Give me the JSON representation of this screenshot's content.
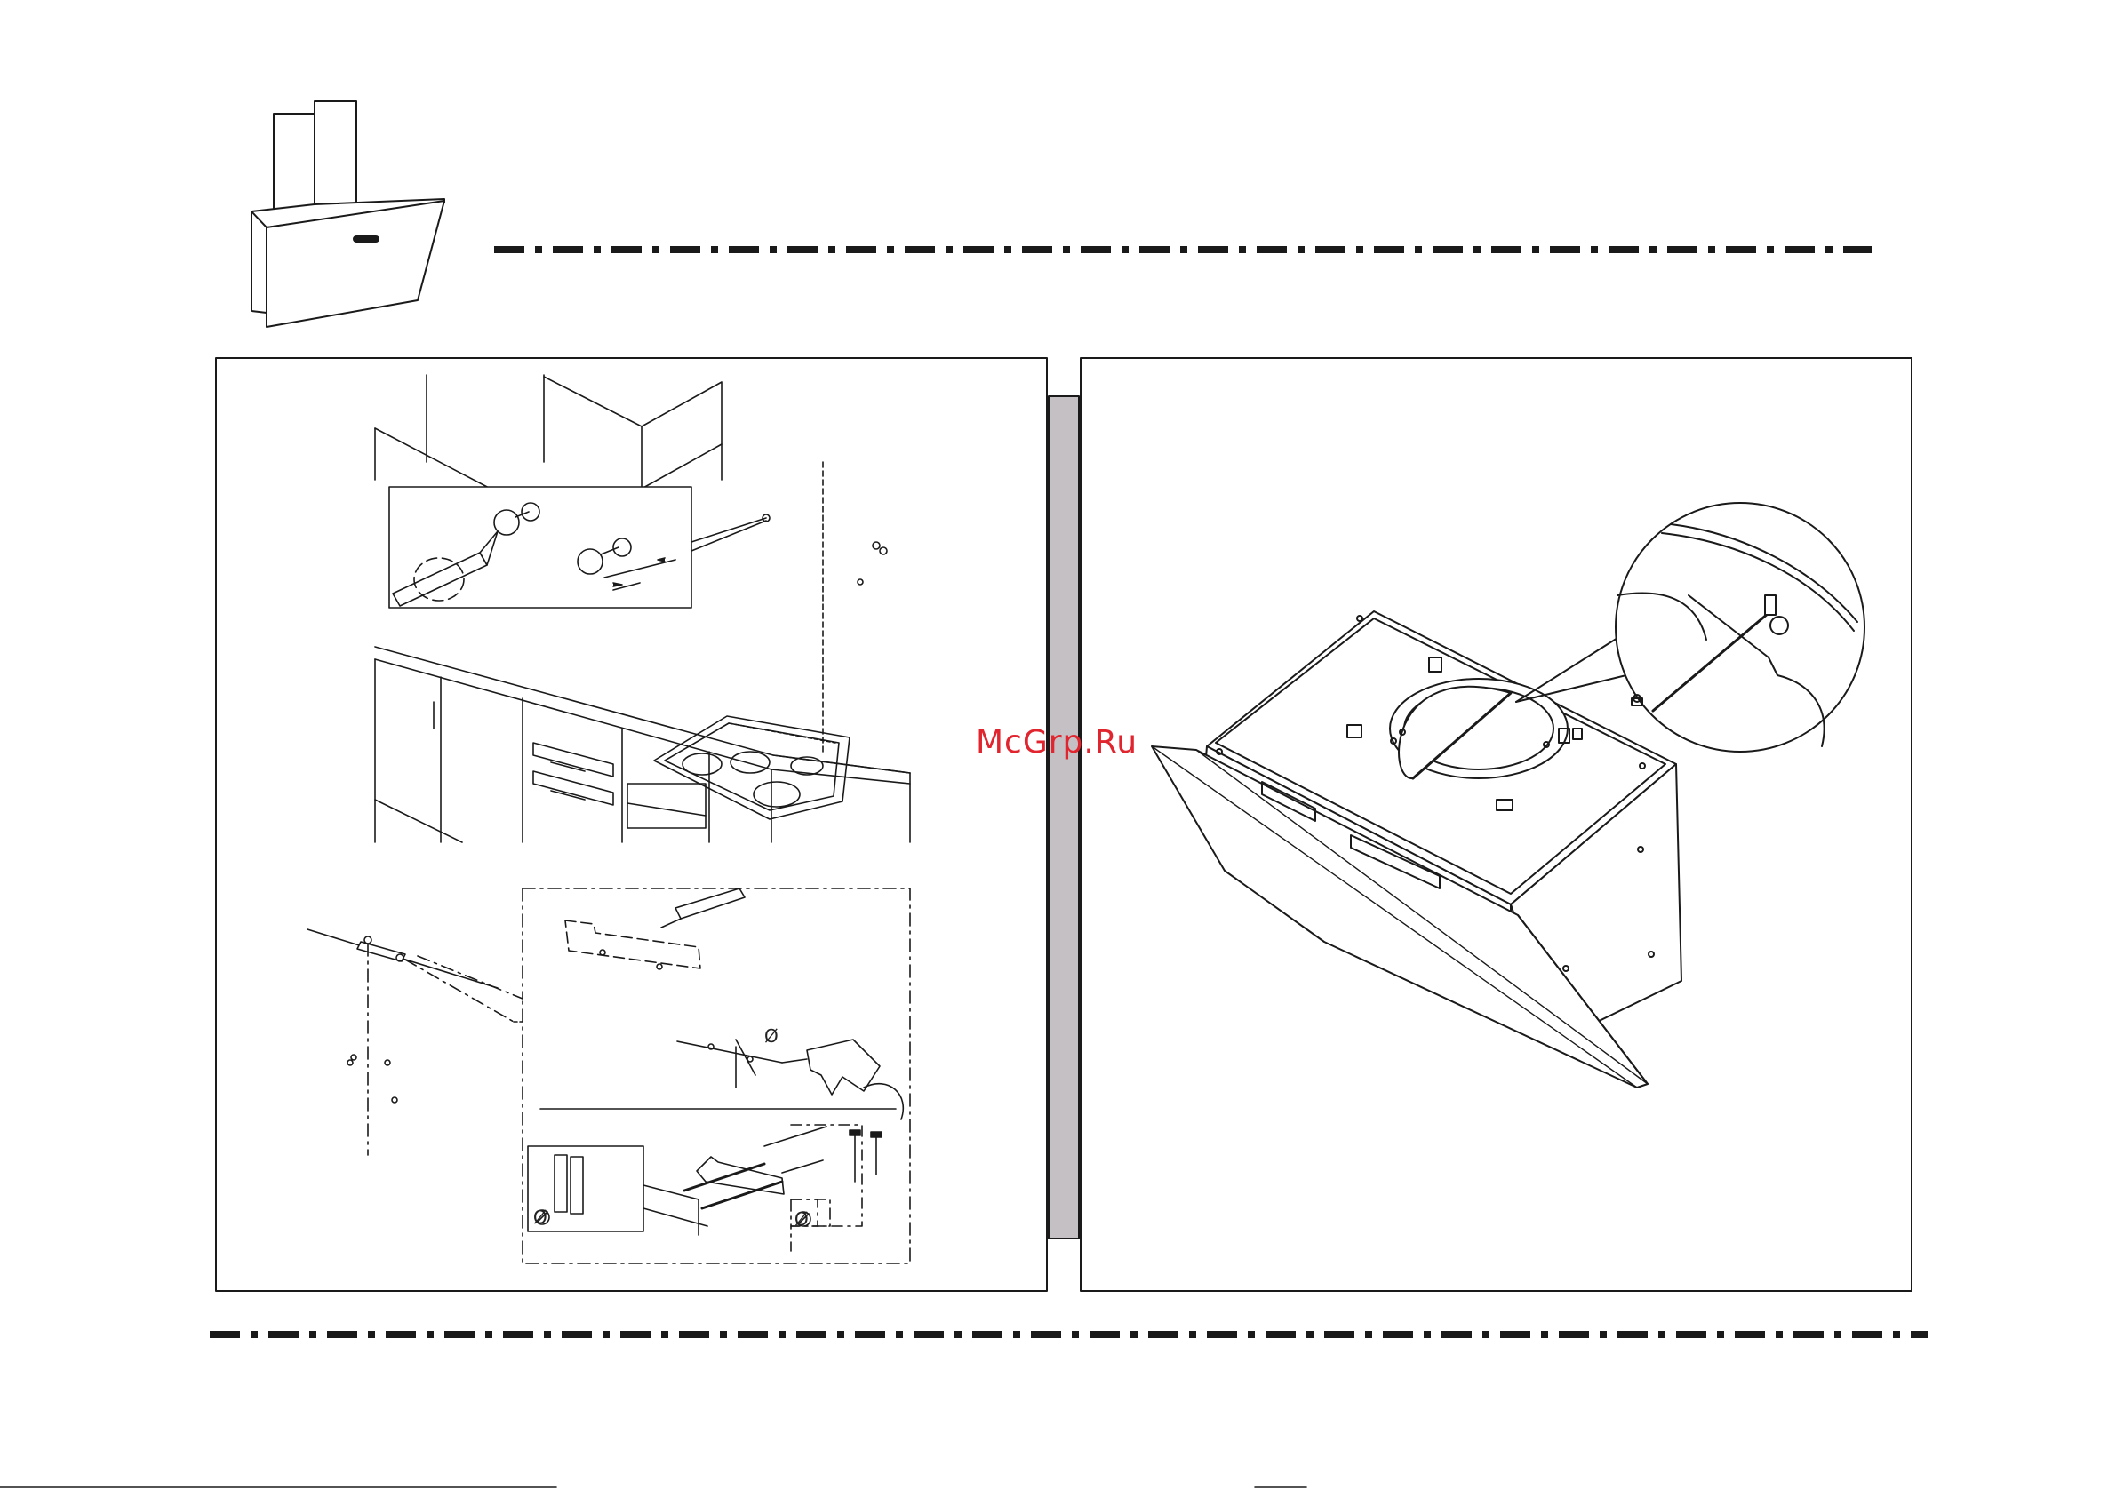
{
  "page": {
    "watermark": "McGrp.Ru",
    "diameter_symbol": "Ø"
  },
  "colors": {
    "line": "#1a1a1a",
    "divider": "#c4c0c4",
    "watermark": "#e1252f"
  },
  "figures": [
    {
      "name": "hood-thumbnail-icon"
    },
    {
      "name": "kitchen-install-diagram"
    },
    {
      "name": "hood-unit-diagram"
    }
  ]
}
